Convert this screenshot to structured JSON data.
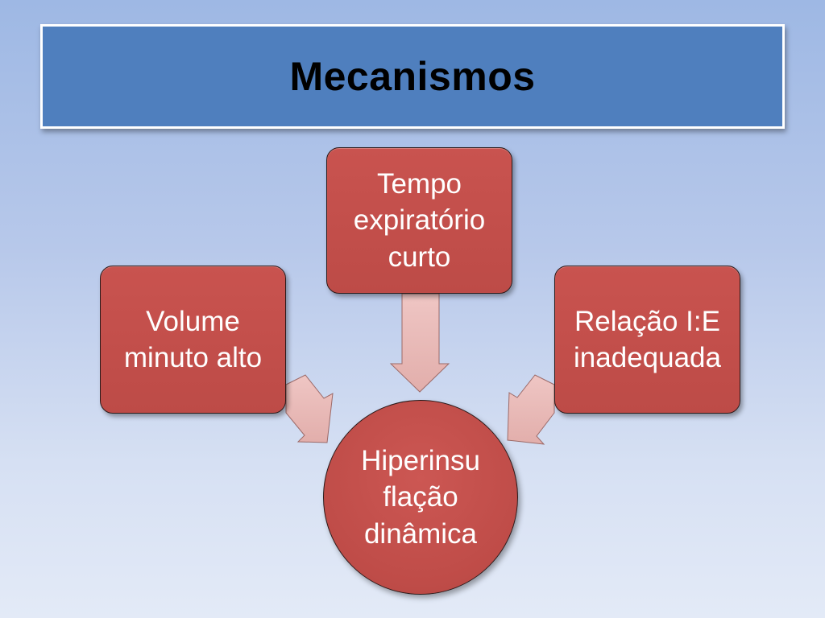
{
  "slide": {
    "title": "Mecanismos"
  },
  "diagram": {
    "nodes": {
      "tempo": {
        "lines": [
          "Tempo",
          "expiratório",
          "curto"
        ]
      },
      "volume": {
        "lines": [
          "Volume",
          "minuto alto"
        ]
      },
      "relacao": {
        "lines": [
          "Relação I:E",
          "inadequada"
        ]
      },
      "center": {
        "lines": [
          "Hiperinsu",
          "flação",
          "dinâmica"
        ]
      }
    }
  },
  "colors": {
    "background_top": "#9eb8e4",
    "title_bar": "#4f7fbe",
    "node_fill": "#c0504d",
    "arrow_fill": "#e8b9b7",
    "node_text": "#ffffff"
  }
}
